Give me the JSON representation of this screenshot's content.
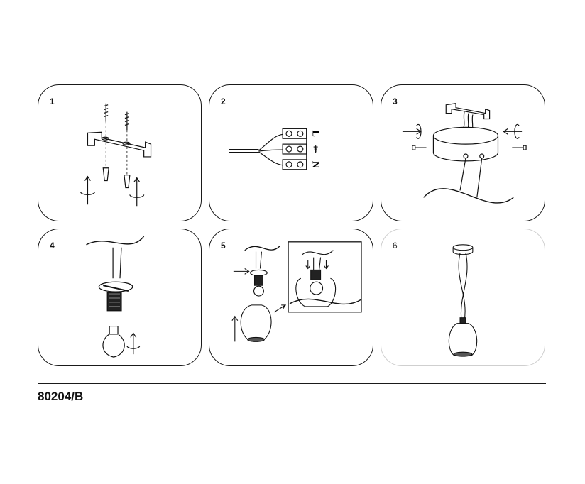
{
  "steps": [
    {
      "label": "1"
    },
    {
      "label": "2"
    },
    {
      "label": "3"
    },
    {
      "label": "4"
    },
    {
      "label": "5"
    },
    {
      "label": "6"
    }
  ],
  "terminal_block": {
    "line": "L",
    "neutral": "N"
  },
  "model_number": "80204/B"
}
